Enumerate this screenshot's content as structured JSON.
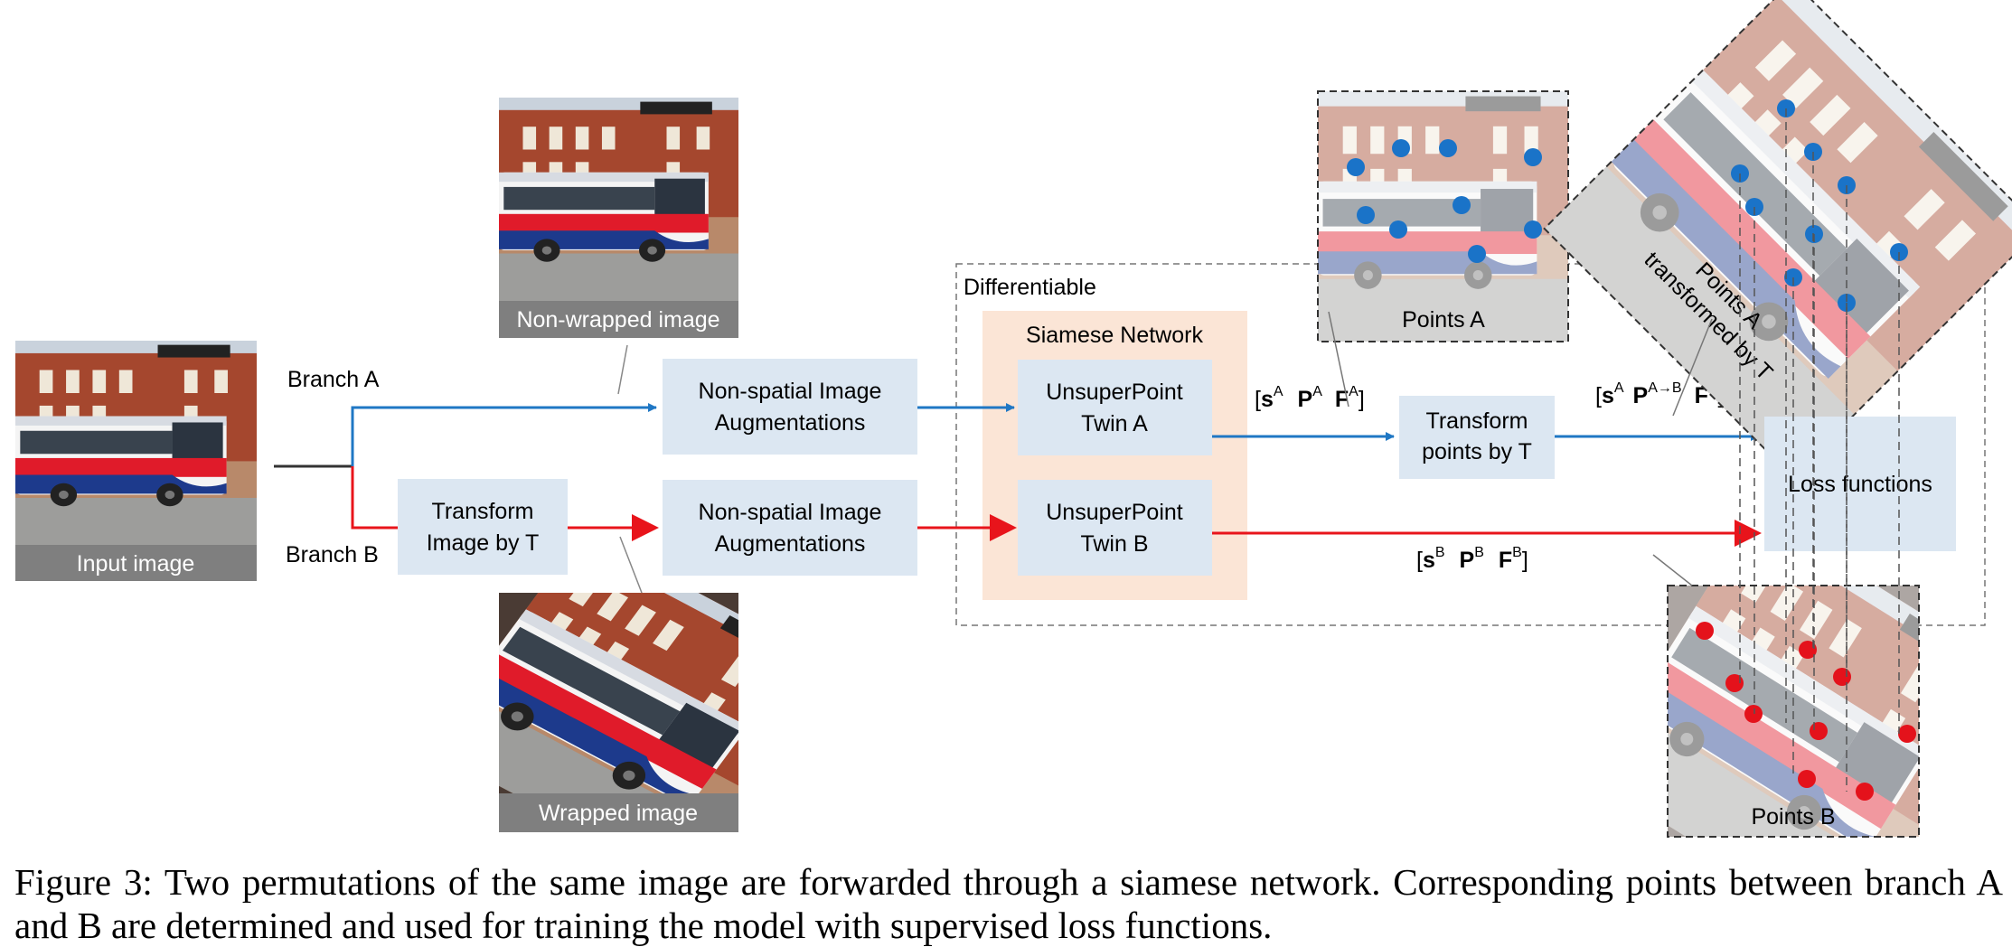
{
  "figure": {
    "caption": "Figure 3: Two permutations of the same image are forwarded through a siamese network. Corresponding points between branch A and B are determined and used for training the model with supervised loss functions."
  },
  "images": {
    "input": "Input image",
    "non_wrapped": "Non-wrapped image",
    "wrapped": "Wrapped image"
  },
  "branches": {
    "a": "Branch A",
    "b": "Branch B"
  },
  "boxes": {
    "transform_image": [
      "Transform",
      "Image by T"
    ],
    "augment_a": [
      "Non-spatial Image",
      "Augmentations"
    ],
    "augment_b": [
      "Non-spatial Image",
      "Augmentations"
    ],
    "siamese_title": "Siamese Network",
    "twin_a": [
      "UnsuperPoint",
      "Twin A"
    ],
    "twin_b": [
      "UnsuperPoint",
      "Twin B"
    ],
    "transform_points": [
      "Transform",
      "points by T"
    ],
    "loss": "Loss functions",
    "differentiable": "Differentiable"
  },
  "outputs": {
    "a": {
      "s": "s",
      "s_sup": "A",
      "p": "P",
      "p_sup": "A",
      "f": "F",
      "f_sup": "A"
    },
    "a_transformed": {
      "s": "s",
      "s_sup": "A",
      "p": "P",
      "p_sup": "A→B",
      "f": "F",
      "f_sup": "A"
    },
    "b": {
      "s": "s",
      "s_sup": "B",
      "p": "P",
      "p_sup": "B",
      "f": "F",
      "f_sup": "B"
    }
  },
  "point_panels": {
    "a": "Points A",
    "a_transformed": [
      "Points A",
      "transformed by T"
    ],
    "b": "Points B"
  },
  "colors": {
    "branch_a": "#1f77c4",
    "branch_b": "#e8141b",
    "box_fill": "#dce7f2",
    "siamese_fill": "#fbe5d6",
    "point_a": "#1a73c8",
    "point_b": "#e4121b"
  }
}
